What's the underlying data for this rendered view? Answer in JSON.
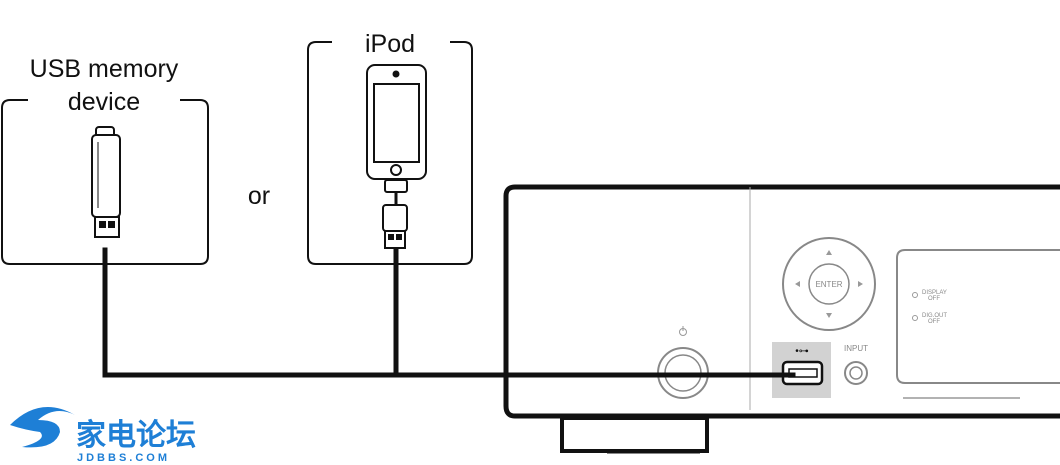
{
  "labels": {
    "usb_line1": "USB memory",
    "usb_line2": "device",
    "ipod": "iPod",
    "or": "or"
  },
  "panel": {
    "enter": "ENTER",
    "display_line1": "DISPLAY",
    "display_line2": "OFF",
    "digout_line1": "DIG.OUT",
    "digout_line2": "OFF",
    "input": "INPUT",
    "usb_symbol": "•⊶"
  },
  "watermark": {
    "title": "家电论坛",
    "domain": "JDBBS.COM"
  },
  "colors": {
    "line": "#111111",
    "usb_port_bg": "#d2d2d2",
    "watermark": "#1e7fd6"
  }
}
